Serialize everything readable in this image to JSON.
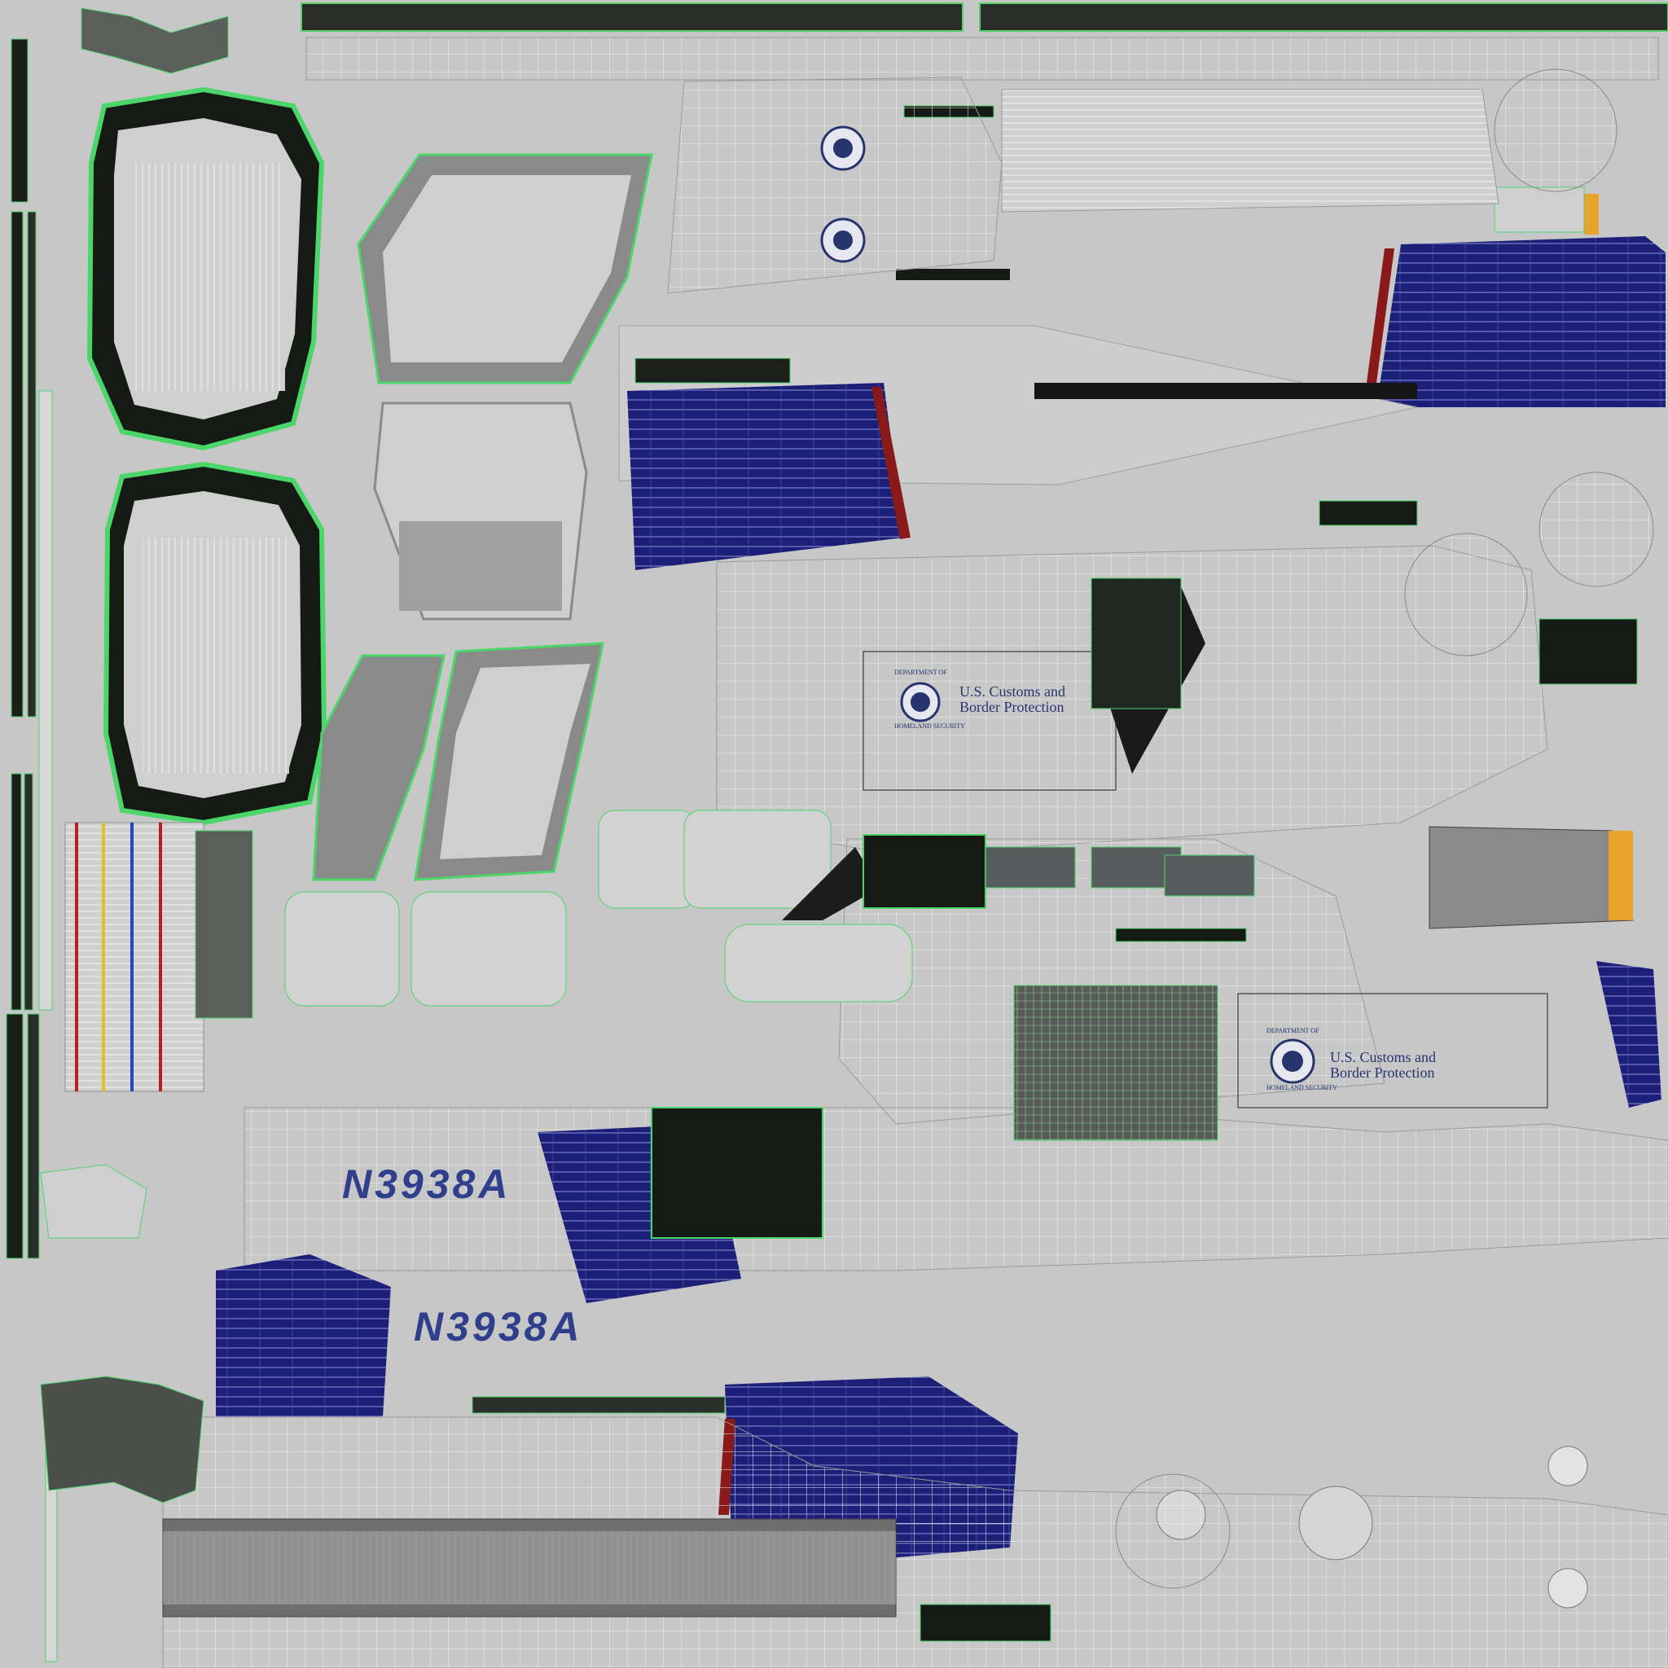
{
  "texture_atlas": {
    "registration_upper": "N3938A",
    "registration_lower": "N3938A",
    "agency_logo_upper": {
      "line1": "U.S. Customs and",
      "line2": "Border Protection",
      "seal_top": "DEPARTMENT OF",
      "seal_bottom": "HOMELAND SECURITY"
    },
    "agency_logo_lower": {
      "line1": "U.S. Customs and",
      "line2": "Border Protection",
      "seal_top": "DEPARTMENT OF",
      "seal_bottom": "HOMELAND SECURITY"
    },
    "colors": {
      "background": "#c7c7c7",
      "panel": "#d6d6d6",
      "livery_blue": "#1c1f78",
      "stripe_red": "#8a1a1a",
      "wireframe_green": "#4bd66a",
      "frame_dark": "#141c14",
      "accent_yellow": "#e8a32a",
      "window_gray": "#9aa0a4"
    }
  }
}
